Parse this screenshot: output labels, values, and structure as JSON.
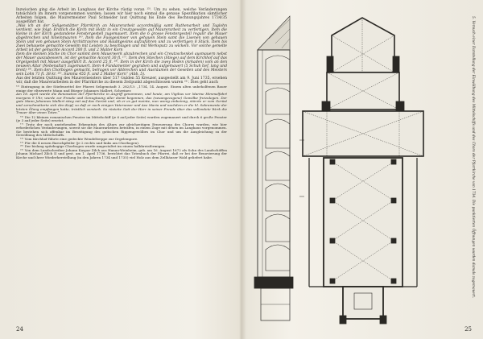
{
  "left_page": {
    "page_number": "24",
    "body_paragraphs": [
      "Inzwischen ging die Arbeit im Langhaus der Kirche rüstig voran ¹⁵⁾. Um zu sehen, welche Veränderungen tatsächlich im Innern vorgenommen wurden; lassen wir hier noch einmal die genaue Spezifikation sämtlicher Arbeiten folgen, die Maurermeister Paul Schneider laut Quittung bis Ende des Rechnungsjahres 1734/35 ausgeführt hat.",
      "„Was ich an der Seligenstätter Pfarrkirch an Maurerarbeit accordmäßig samt Ruthenarbeit und Taglohn verdient, wie folgt: Erstlich die Kirch mit Holtz in ein Creutzgewölm auf Maurerarbeit zu verfertigen. Item die kleine in der Kirch gestandene Fenstergestell zugemauert. Item die 6 grosse Fenstergestell regulir die Mauer abgebrochen und hineinmauren ¹⁶⁾. Item die Fussgesimser von gehauen Stein samt die Lisenen von gehauen Stein und von gehauen Stein Archittravires und Haubtgesims aufzuführen und zu verfertigen 8 Stück. Item bis Zwei behauene gemachte Gewölm mit Leisten zu beschlagen und mit Werksputz zu wickeln. Vor solche gemelte Arbeit ist der gemachte Accord 200 fl. und 2 Malter Korn",
      "Item die kleinen Stiche im Chor sammt dem Mauerwerk abzubrechen und ein Creutzschenkel ausmauern nebst der Mauer auszubessern, ist der gemachte Accord 30 fl. ¹⁷⁾. Item den Stiechen (Stiege) auf dem Kirchhof auf das Orgelgestell mit Mauer ausgeführt It. Accord 25 fl. ¹⁸⁾. Item in der Kirch die zwey Boden (Arkaden) vom an den neuwen Altar (Nebenaltar) zugemauert. Item 4 Fundamenter gegraben und aufgemauert (5 Schuh tief, lang und breit) ¹⁹⁾. Item den Chorbogen gemacht, belragen vor Abbrechen und Ausräumen der Gesellen und des Meisters sein Lohn 71 fl. 38 kr. ²⁰⁾. Summa 455 fl. und 2 Malter Korn“ (Abb. 5).",
      "Aus der letzten Quittung des Maurermeisters über 517 Gulden 55 Kreuzer, ausgestellt am 9. Juni 1735, ersehen wir, daß die Maurerarbeiten in der Pfarrkirche zu diesem Zeitpunkt abgeschlossen waren ²¹⁾. Dies geht auch"
    ],
    "quote_block": [
      "¹⁵⁾ Eintragung in der Stiefeszettel der Pfarrei Seligenstadt 3. 282/13: „1734, 14. August. Einem alten unbeholfenen Bauer einige der eltezwerte Mann und Bürger Johannes Mallert, Schreiner.",
      "Am 18. April wurde die Renovation der Pfarrkirche in Angriff genommen, und heute, am Vigilius vor Marine Himmelfahrt morgens 9 Uhr, wurde zur Freude und Genugtuung aller damit begonnen, das (neuangezogene) Gewölbe freizulegen. Der gute Mann Johannes Mallert stieg mit auf das Gerüst und, ob er es gut meinte, nun wenig einbeimig, stürzte er vom Gerüst und zerschmetterte sich den Kopf, so daß er noch einigen Vaterunser und Ave Maria und nachdem er die hl. Sakramente der letzten Ölung empfangen hatte, tröstlich verstarb. So rüsteite Gott der Herr in seiner Freude über das vollendete Werk die Trauer über einen Toten.“"
    ],
    "footnotes": [
      "¹⁶⁾ Die 12 kleinen romanischen Fenster im Mittelschiff (je 6 auf jeder Seite) wurden zugemauert und durch 6 große Fenster (je 3 auf jeder Seite) ersetzt.",
      "¹⁷⁾ Trotz der noch anstehenden Erkenntnis des Altars zur gleichzeitigen Erneuerung des Chores wurden, wie hier erforderlichen Veränderungen, soweit sie die Mauerarbeiten betrafen, in einem Zuge mit denen im Langhaus vorgenommen. Sie bestehen sich offenbar im Beseitigung des gotischen Rippengewölbes im Chor und um die Ausgleichung zu der Gewölbung des Mittelschiffs.",
      "¹⁸⁾ Vom Kirchhof führte eine gedeckte Wendeltreppe zur Orgelempore.",
      "¹⁹⁾ Für die 4 neuen Barockpfeiler (je 2 rechts und links am Chorbogen).",
      "²⁰⁾ Der bislang spitzbogige Chorbogen wurde umgestaltet im einem halbkreisförmigen.",
      "²¹⁾ Von dem Landschreiber Johann Kaspar Zilch aus Hanau-Weinheim, geb. am 16. August 1672 als Sohn des Landschöffen Johann Michael Zilch II und gest. am 1. April 1736, berichtet das Totenbuch der Pfarrei, daß er bei der Renovierung der Kirche und ihrer Wiederherstellung (in den Jahren 1734 und 1735) viel Holz aus dem Zellhäuser Wald geliefert habe."
    ]
  },
  "right_page": {
    "page_number": "25",
    "figure_caption": "5. Versuch einer Darstellung der Einwölbung des Mittelschiffs und des Chors der Pfarrkirche von 1734. Die punktierten Öffnungen wurden damals zugemauert."
  },
  "colors": {
    "paper": "#f2efe7",
    "ink": "#2a2824",
    "gutter": "#cfc9bb"
  }
}
